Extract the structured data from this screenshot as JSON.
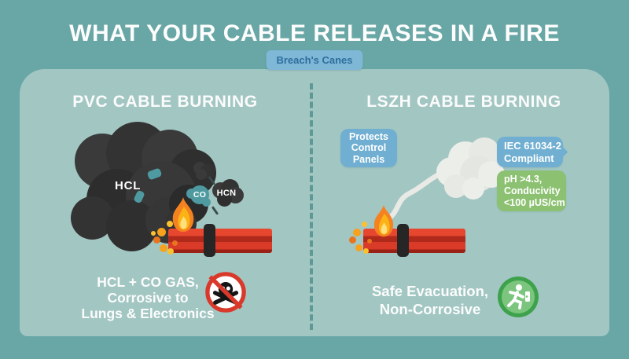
{
  "title": "WHAT YOUR CABLE RELEASES IN A FIRE",
  "brand_badge": "Breach's Canes",
  "left_panel": {
    "heading": "PVC CABLE BURNING",
    "gas_labels": {
      "hcl": "HCL",
      "co": "CO",
      "hcn": "HCN"
    },
    "caption": [
      "HCL + CO GAS,",
      "Corrosive to",
      "Lungs & Electronics"
    ]
  },
  "right_panel": {
    "heading": "LSZH CABLE BURNING",
    "badge_protects": [
      "Protects",
      "Control",
      "Panels"
    ],
    "badge_iec": [
      "IEC 61034-2",
      "Compliant"
    ],
    "badge_ph": [
      "pH >4.3,",
      "Conducivity",
      "<100 µUS/cm"
    ],
    "caption": [
      "Safe Evacuation,",
      "Non-Corrosive"
    ]
  },
  "colors": {
    "background_teal": "#69a7a6",
    "card_teal": "#a2c7c3",
    "badge_light_blue": "#7fb7d6",
    "badge_blue": "#70afd1",
    "badge_green": "#8cc172",
    "cable_red": "#d93b28",
    "cable_stripe_dark": "#b02a1c",
    "flame_orange": "#f58220",
    "flame_yellow": "#fcb316",
    "smoke_dark": "#333333",
    "smoke_light": "#eceee9",
    "gas_teal": "#4e9aa0",
    "danger_red": "#d8392b",
    "safe_green_ring": "#3ea24c",
    "safe_green_fill": "#7cc57e",
    "brand_text_blue": "#2e6e9e"
  }
}
